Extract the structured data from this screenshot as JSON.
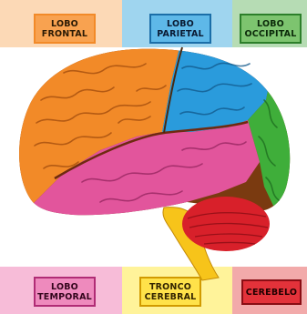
{
  "labels": {
    "frontal": "LOBO\nFRONTAL",
    "parietal": "LOBO\nPARIETAL",
    "occipital": "LOBO\nOCCIPITAL",
    "temporal": "LOBO\nTEMPORAL",
    "tronco": "TRONCO\nCEREBRAL",
    "cerebelo": "CEREBELO"
  },
  "colors": {
    "frontal": "#f28a28",
    "parietal": "#2a9bdc",
    "occipital": "#3fae3a",
    "temporal": "#e2559c",
    "tronco": "#f7c41a",
    "cerebelo": "#d8202a",
    "frontal_bg": "#fcd9b6",
    "parietal_bg": "#9fd5ef",
    "occipital_bg": "#b6dcb4",
    "temporal_bg": "#f7bcd8",
    "tronco_bg": "#fff39a",
    "cerebelo_bg": "#f2aaaa"
  }
}
